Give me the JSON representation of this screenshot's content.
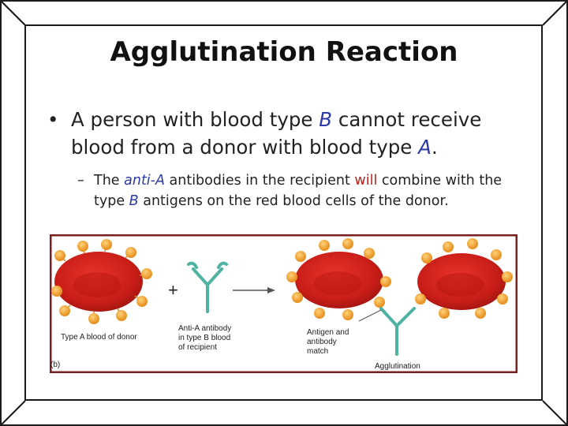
{
  "slide": {
    "title": "Agglutination Reaction",
    "bullet1": {
      "part1": "A person with blood type ",
      "type_b": "B",
      "part2": " cannot receive blood from a donor with blood type ",
      "type_a": "A",
      "part3": "."
    },
    "bullet2": {
      "part1": "The ",
      "anti_a": "anti-A",
      "part2": " antibodies in the recipient ",
      "will": "will",
      "part3": " combine with the type ",
      "type_b": "B",
      "part4": " antigens on the red blood cells of the donor."
    }
  },
  "figure": {
    "donor_label": "Type A blood of donor",
    "plus": "+",
    "antibody_label_1": "Anti-A antibody",
    "antibody_label_2": "in type B blood",
    "antibody_label_3": "of recipient",
    "match_label_1": "Antigen and",
    "match_label_2": "antibody",
    "match_label_3": "match",
    "panel_letter": "(b)",
    "result_label": "Agglutination"
  },
  "colors": {
    "frame": "#1a1a1a",
    "figure_border": "#7a1f1f",
    "cell": "#d1211c",
    "antigen": "#f2a23a",
    "antibody": "#4fb2a2",
    "blue_text": "#2b3aa8",
    "red_text": "#c0221d"
  }
}
